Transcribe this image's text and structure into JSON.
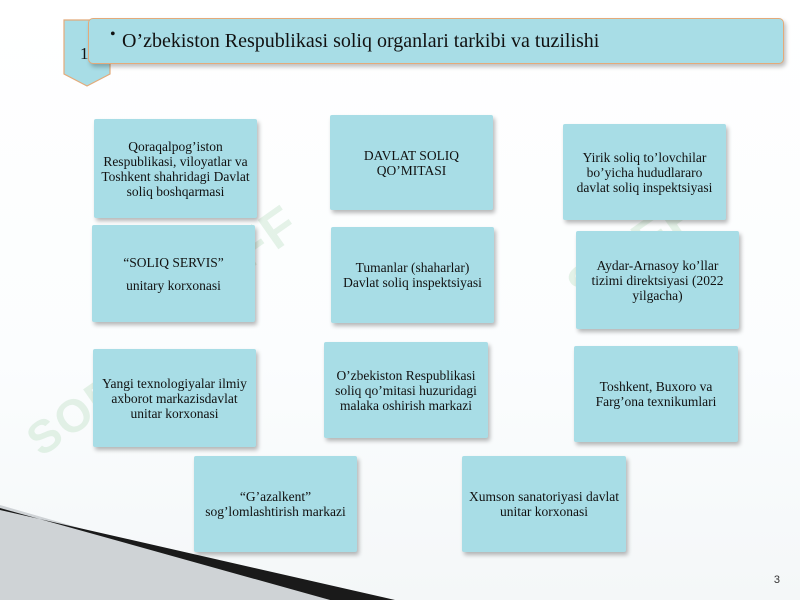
{
  "header": {
    "number": "1",
    "bullet": "•",
    "title": "O’zbekiston Respublikasi soliq organlari tarkibi va tuzilishi"
  },
  "boxes": {
    "regional": "Qoraqalpog’iston Respublikasi, viloyatlar va Toshkent shahridagi Davlat soliq boshqarmasi",
    "committee": "DAVLAT SOLIQ QO’MITASI",
    "large_taxpayers": "Yirik soliq to’lovchilar bo’yicha hududlararo davlat soliq inspektsiyasi",
    "soliq_servis_1": "“SOLIQ SERVIS”",
    "soliq_servis_2": "unitary korxonasi",
    "district": "Tumanlar (shaharlar) Davlat soliq inspektsiyasi",
    "aral": "Aydar-Arnasoy ko’llar tizimi direktsiyasi (2022 yilgacha)",
    "new_tech": "Yangi texnologiyalar ilmiy axborot markazisdavlat unitar korxonasi",
    "training": "O’zbekiston Respublikasi soliq qo’mitasi huzuridagi malaka oshirish markazi",
    "colleges": "Toshkent, Buxoro va Farg’ona texnikumlari",
    "gazalkent": "“G’azalkent” sog’lomlashtirish markazi",
    "sanatorium": "Xumson sanatoriyasi davlat unitar korxonasi"
  },
  "page_number": "3",
  "watermark": "SOFF",
  "colors": {
    "box_fill": "#a8dde6",
    "header_border": "#e3aa7a"
  }
}
